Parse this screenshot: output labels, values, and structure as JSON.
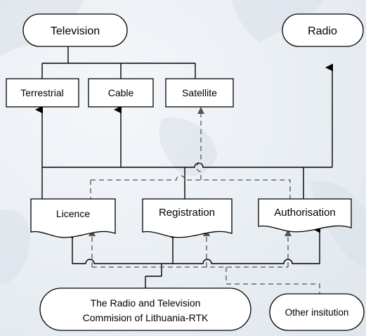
{
  "nodes": {
    "television": "Television",
    "radio": "Radio",
    "terrestrial": "Terrestrial",
    "cable": "Cable",
    "satellite": "Satellite",
    "licence": "Licence",
    "registration": "Registration",
    "authorisation": "Authorisation",
    "rtk_line1": "The Radio and Television",
    "rtk_line2": "Commision of Lithuania-RTK",
    "other": "Other insitution"
  },
  "colors": {
    "box_fill": "#ffffff",
    "stroke": "#000000",
    "dashed": "#555555"
  }
}
